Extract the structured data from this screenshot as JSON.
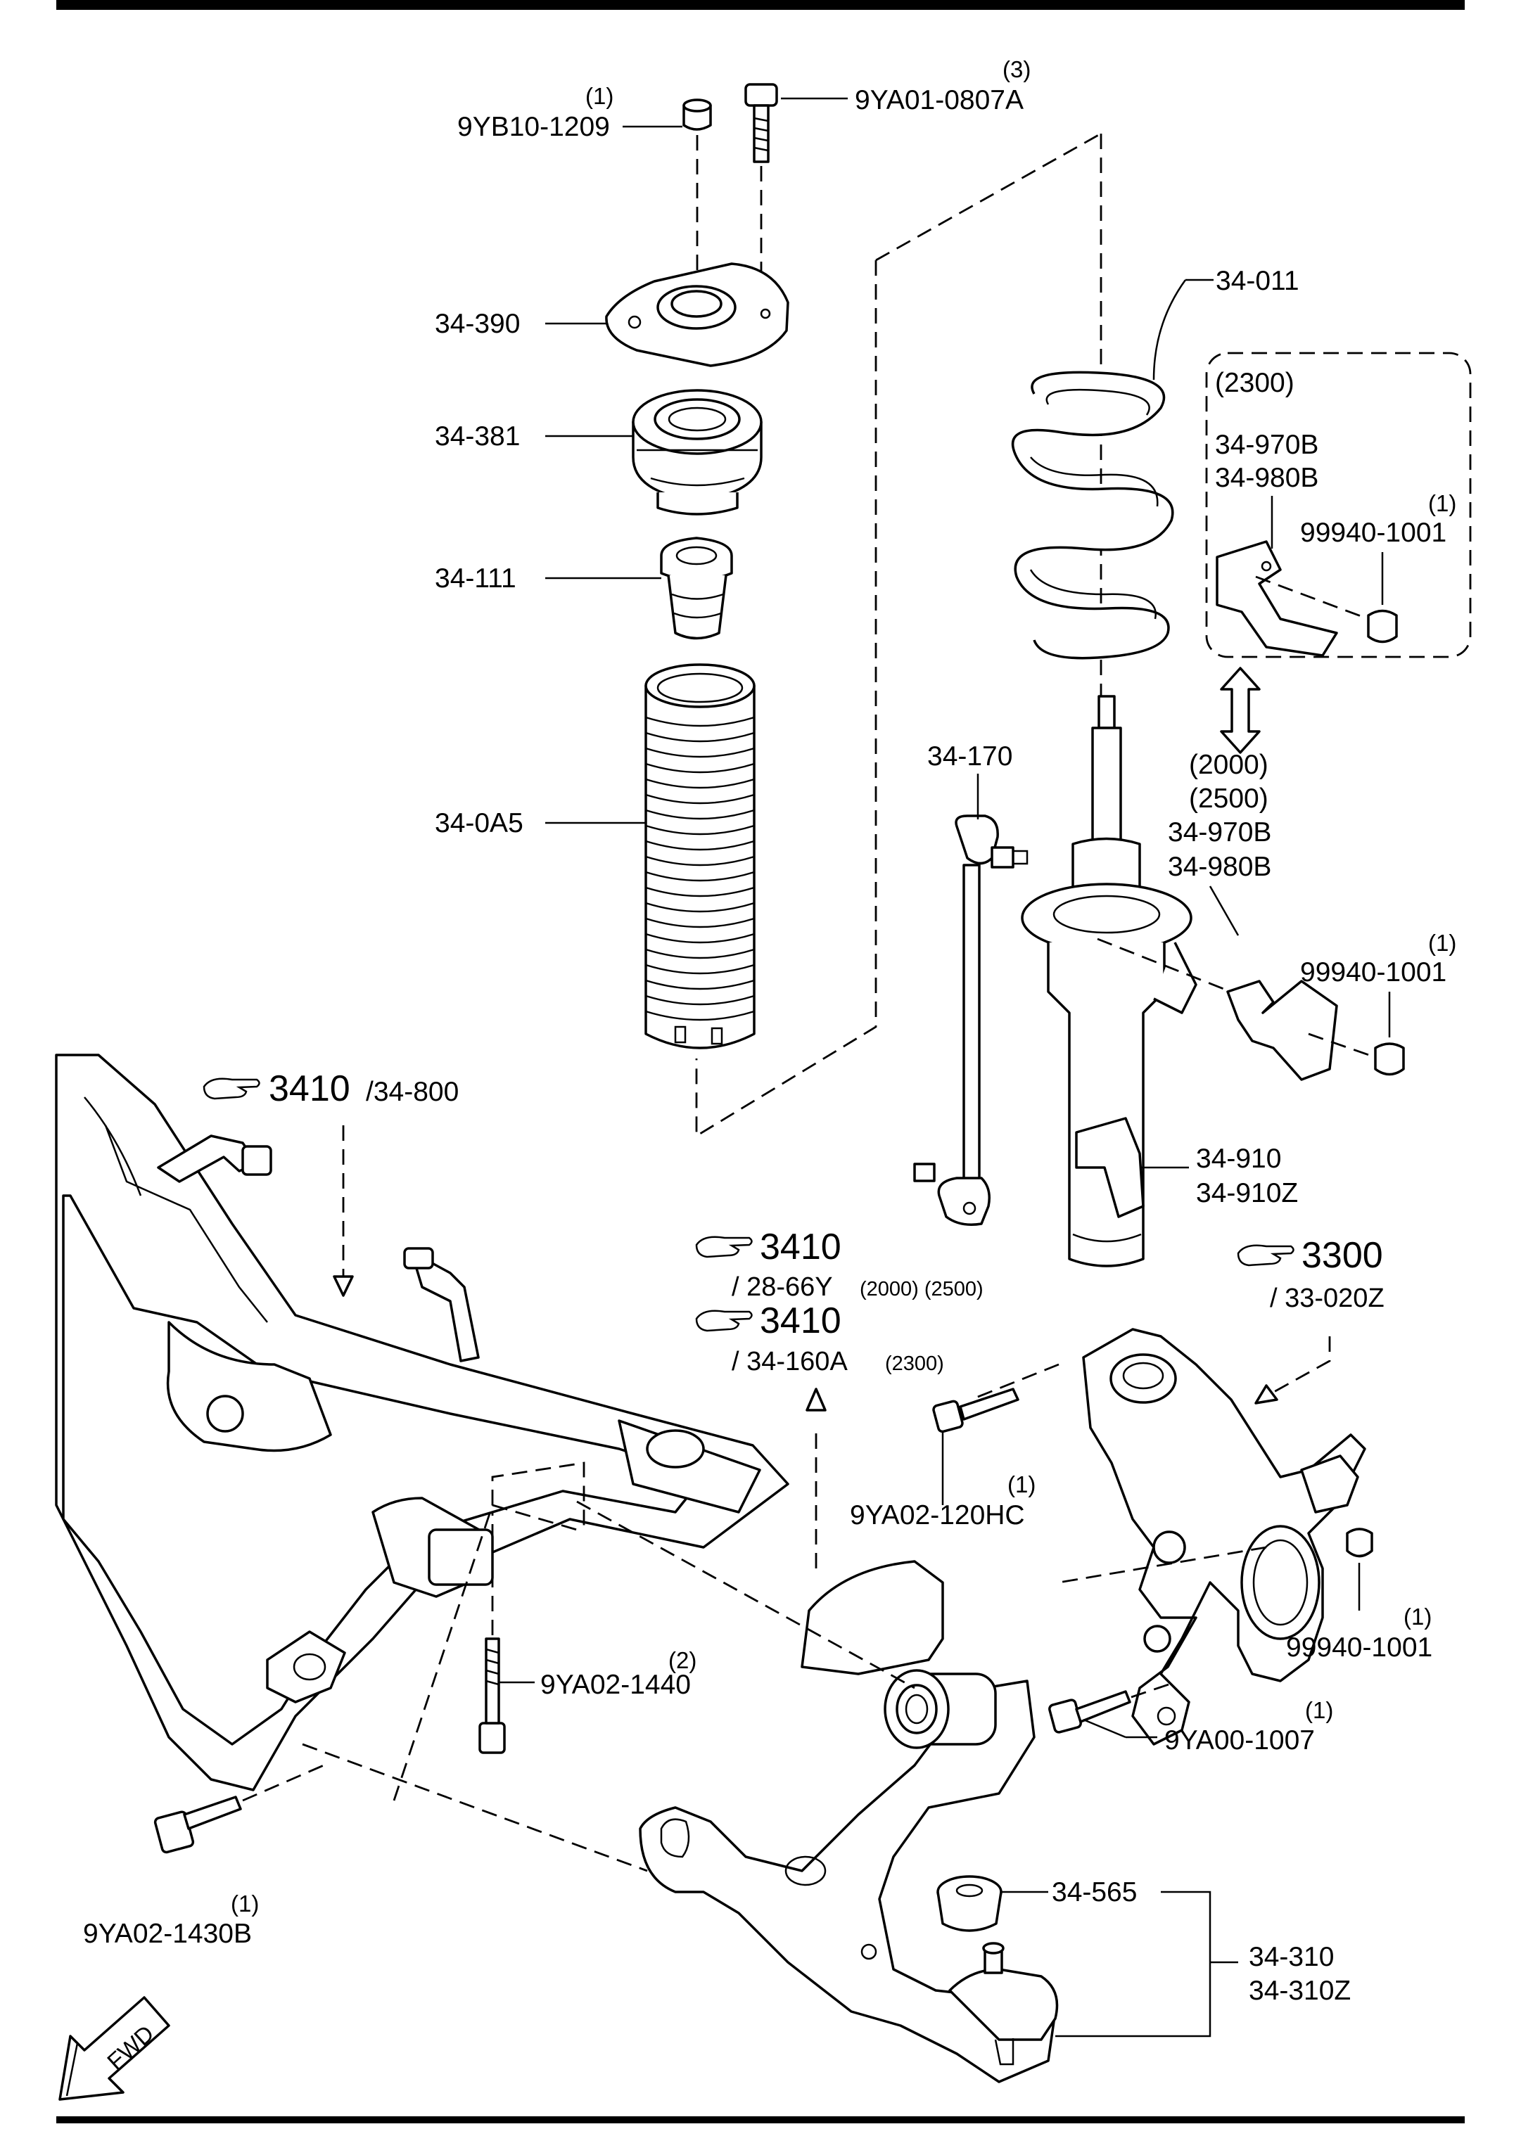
{
  "parts": {
    "nut_top": "9YB10-1209",
    "nut_top_qty": "(1)",
    "bolt_top": "9YA01-0807A",
    "bolt_top_qty": "(3)",
    "mount": "34-390",
    "bearing": "34-381",
    "bump_stop": "34-111",
    "dust_boot": "34-0A5",
    "coil_spring": "34-011",
    "stabilizer_link": "34-170",
    "bracket_b": "34-970B",
    "bracket_b2": "34-980B",
    "nut_bracket": "99940-1001",
    "nut_bracket_qty": "(1)",
    "shock": "34-910",
    "shock_z": "34-910Z",
    "bolt_knuckle": "9YA02-120HC",
    "bolt_knuckle_qty": "(1)",
    "nut_knuckle": "99940-1001",
    "nut_knuckle_qty": "(1)",
    "bolt_lower": "9YA00-1007",
    "bolt_lower_qty": "(1)",
    "bolt_sub": "9YA02-1440",
    "bolt_sub_qty": "(2)",
    "bolt_arm": "9YA02-1430B",
    "bolt_arm_qty": "(1)",
    "bushing": "34-565",
    "lower_arm": "34-310",
    "lower_arm_z": "34-310Z"
  },
  "variant_box": {
    "title": "(2300)",
    "part1": "34-970B",
    "part2": "34-980B",
    "nut": "99940-1001",
    "nut_qty": "(1)"
  },
  "variant_strut": {
    "v1": "(2000)",
    "v2": "(2500)"
  },
  "refs": {
    "crossmember_num": "3410",
    "crossmember_sub": "/34-800",
    "stab_num": "3410",
    "stab_sub": "/ 28-66Y",
    "stab_variant": "(2000) (2500)",
    "stab2_num": "3410",
    "stab2_sub": "/ 34-160A",
    "stab2_variant": "(2300)",
    "knuckle_num": "3300",
    "knuckle_sub": "/ 33-020Z"
  },
  "direction": "FWD"
}
